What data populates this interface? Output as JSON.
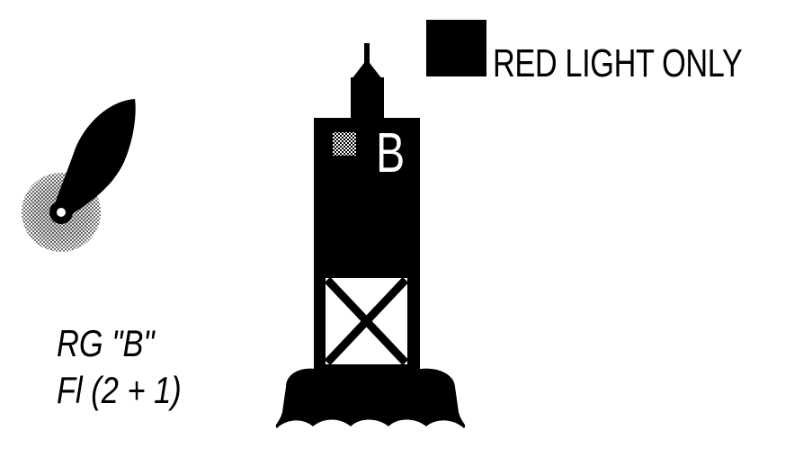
{
  "legend": {
    "label": "RED LIGHT ONLY",
    "swatch_color": "#000000"
  },
  "buoy": {
    "letter": "B",
    "color": "#000000",
    "light_color": "#000000"
  },
  "chart_symbol": {
    "icon": "buoy-chart-symbol-icon",
    "color": "#000000"
  },
  "caption": {
    "line1": "RG \"B\"",
    "line2": "Fl (2 + 1)"
  }
}
